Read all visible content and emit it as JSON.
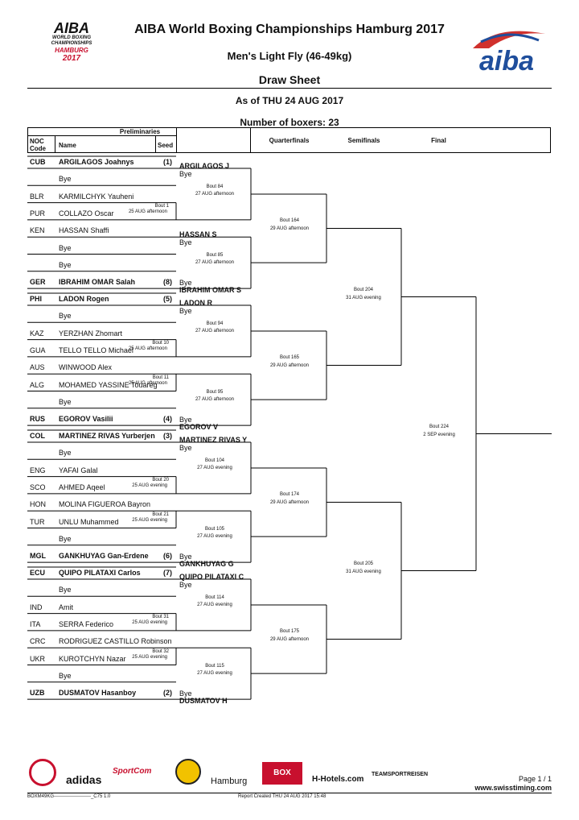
{
  "header": {
    "logo_left_text": [
      "AIBA",
      "WORLD BOXING",
      "CHAMPIONSHIPS",
      "HAMBURG",
      "2017"
    ],
    "title": "AIBA World Boxing Championships Hamburg 2017",
    "event": "Men's Light Fly (46-49kg)",
    "sheet": "Draw Sheet",
    "as_of": "As of THU 24 AUG 2017",
    "boxers": "Number of boxers: 23",
    "logo_right_text": "aiba"
  },
  "columns": {
    "preliminaries": "Preliminaries",
    "noc_code": "NOC Code",
    "name": "Name",
    "seed": "Seed",
    "quarterfinals": "Quarterfinals",
    "semifinals": "Semifinals",
    "final": "Final"
  },
  "entries": [
    {
      "noc": "CUB",
      "name": "ARGILAGOS Joahnys",
      "seed": "(1)",
      "bold": true
    },
    {
      "noc": "",
      "name": "Bye",
      "seed": ""
    },
    {
      "noc": "BLR",
      "name": "KARMILCHYK Yauheni",
      "seed": ""
    },
    {
      "noc": "PUR",
      "name": "COLLAZO Oscar",
      "seed": ""
    },
    {
      "noc": "KEN",
      "name": "HASSAN Shaffi",
      "seed": ""
    },
    {
      "noc": "",
      "name": "Bye",
      "seed": ""
    },
    {
      "noc": "",
      "name": "Bye",
      "seed": ""
    },
    {
      "noc": "GER",
      "name": "IBRAHIM OMAR Salah",
      "seed": "(8)",
      "bold": true
    },
    {
      "noc": "PHI",
      "name": "LADON Rogen",
      "seed": "(5)",
      "bold": true
    },
    {
      "noc": "",
      "name": "Bye",
      "seed": ""
    },
    {
      "noc": "KAZ",
      "name": "YERZHAN Zhomart",
      "seed": ""
    },
    {
      "noc": "GUA",
      "name": "TELLO TELLO Michael",
      "seed": ""
    },
    {
      "noc": "AUS",
      "name": "WINWOOD Alex",
      "seed": ""
    },
    {
      "noc": "ALG",
      "name": "MOHAMED YASSINE Touareg",
      "seed": ""
    },
    {
      "noc": "",
      "name": "Bye",
      "seed": ""
    },
    {
      "noc": "RUS",
      "name": "EGOROV Vasilii",
      "seed": "(4)",
      "bold": true
    },
    {
      "noc": "COL",
      "name": "MARTINEZ RIVAS Yurberjen",
      "seed": "(3)",
      "bold": true
    },
    {
      "noc": "",
      "name": "Bye",
      "seed": ""
    },
    {
      "noc": "ENG",
      "name": "YAFAI Galal",
      "seed": ""
    },
    {
      "noc": "SCO",
      "name": "AHMED Aqeel",
      "seed": ""
    },
    {
      "noc": "HON",
      "name": "MOLINA FIGUEROA Bayron",
      "seed": ""
    },
    {
      "noc": "TUR",
      "name": "UNLU Muhammed",
      "seed": ""
    },
    {
      "noc": "",
      "name": "Bye",
      "seed": ""
    },
    {
      "noc": "MGL",
      "name": "GANKHUYAG Gan-Erdene",
      "seed": "(6)",
      "bold": true
    },
    {
      "noc": "ECU",
      "name": "QUIPO PILATAXI Carlos",
      "seed": "(7)",
      "bold": true
    },
    {
      "noc": "",
      "name": "Bye",
      "seed": ""
    },
    {
      "noc": "IND",
      "name": "Amit",
      "seed": ""
    },
    {
      "noc": "ITA",
      "name": "SERRA Federico",
      "seed": ""
    },
    {
      "noc": "CRC",
      "name": "RODRIGUEZ CASTILLO Robinson",
      "seed": ""
    },
    {
      "noc": "UKR",
      "name": "KUROTCHYN Nazar",
      "seed": ""
    },
    {
      "noc": "",
      "name": "Bye",
      "seed": ""
    },
    {
      "noc": "UZB",
      "name": "DUSMATOV Hasanboy",
      "seed": "(2)",
      "bold": true
    }
  ],
  "prelim_bouts": [
    {
      "bout": "Bout 1",
      "time": "25 AUG afternoon"
    },
    {
      "bout": "Bout 10",
      "time": "25 AUG afternoon"
    },
    {
      "bout": "Bout 11",
      "time": "25 AUG afternoon"
    },
    {
      "bout": "Bout 20",
      "time": "25 AUG evening"
    },
    {
      "bout": "Bout 21",
      "time": "25 AUG evening"
    },
    {
      "bout": "Bout 31",
      "time": "25 AUG evening"
    },
    {
      "bout": "Bout 32",
      "time": "25 AUG evening"
    }
  ],
  "round16": [
    {
      "top": "ARGILAGOS J",
      "top2": "Bye",
      "bout": "Bout 84",
      "time": "27 AUG afternoon"
    },
    {
      "top": "HASSAN S",
      "top2": "Bye",
      "bout": "Bout 85",
      "time": "27 AUG afternoon",
      "bottom": "Bye",
      "bottom2": "IBRAHIM OMAR S"
    },
    {
      "top": "LADON R",
      "top2": "Bye",
      "bout": "Bout 94",
      "time": "27 AUG afternoon"
    },
    {
      "top": "",
      "top2": "",
      "bout": "Bout 95",
      "time": "27 AUG afternoon",
      "bottom": "Bye",
      "bottom2": "EGOROV V"
    },
    {
      "top": "MARTINEZ RIVAS Y",
      "top2": "Bye",
      "bout": "Bout 104",
      "time": "27 AUG evening"
    },
    {
      "top": "",
      "top2": "",
      "bout": "Bout 105",
      "time": "27 AUG evening",
      "bottom": "Bye",
      "bottom2": "GANKHUYAG G"
    },
    {
      "top": "QUIPO PILATAXI C",
      "top2": "Bye",
      "bout": "Bout 114",
      "time": "27 AUG evening"
    },
    {
      "top": "",
      "top2": "",
      "bout": "Bout 115",
      "time": "27 AUG evening",
      "bottom": "Bye",
      "bottom2": "DUSMATOV H"
    }
  ],
  "quarterfinals": [
    {
      "bout": "Bout 164",
      "time": "29 AUG afternoon"
    },
    {
      "bout": "Bout 165",
      "time": "29 AUG afternoon"
    },
    {
      "bout": "Bout 174",
      "time": "29 AUG afternoon"
    },
    {
      "bout": "Bout 175",
      "time": "29 AUG afternoon"
    }
  ],
  "semifinals": [
    {
      "bout": "Bout 204",
      "time": "31 AUG evening"
    },
    {
      "bout": "Bout 205",
      "time": "31 AUG evening"
    }
  ],
  "final": {
    "bout": "Bout 224",
    "time": "2 SEP evening"
  },
  "footer": {
    "sponsors": [
      "adidas",
      "SportCom",
      "Hamburg",
      "BOX SPORT",
      "H-Hotels.com",
      "TEAMSPORTREISEN"
    ],
    "page": "Page 1 / 1",
    "site": "www.swisstiming.com",
    "code": "BOXM49KG-----------------------_C75 1.0",
    "created": "Report Created  THU 24 AUG 2017 15:48"
  }
}
